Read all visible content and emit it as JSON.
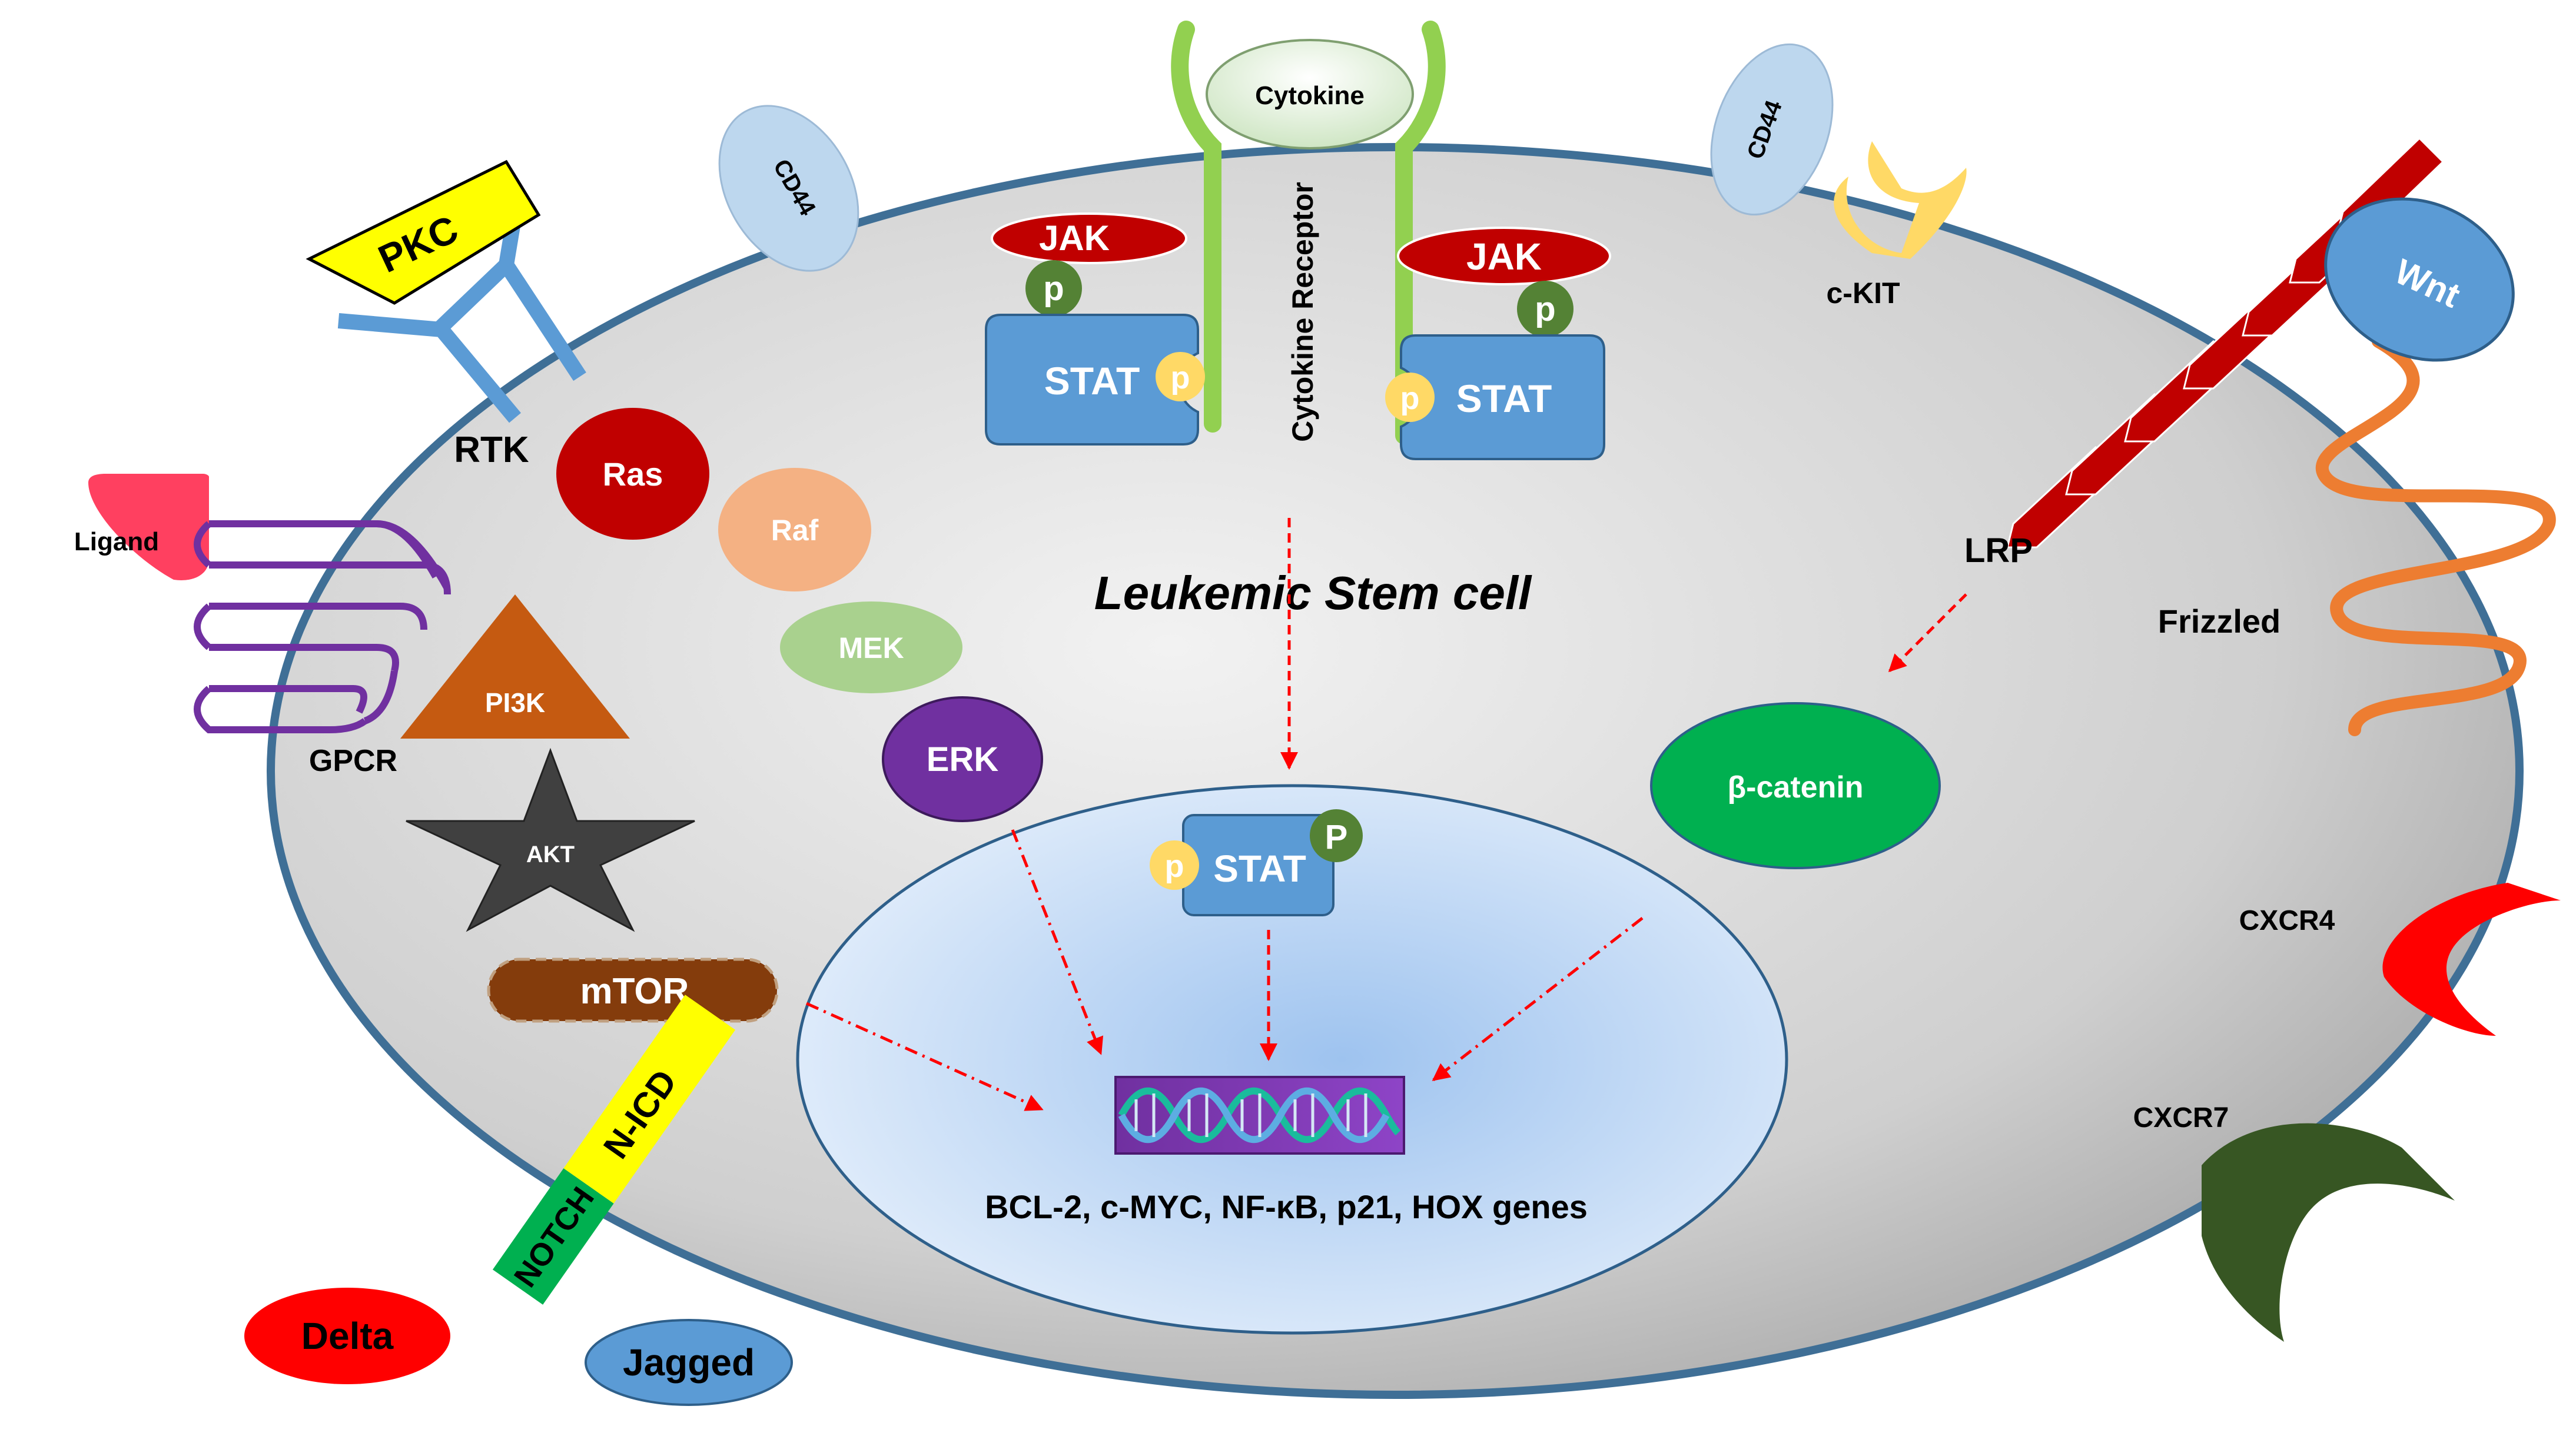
{
  "cell_label": "Leukemic Stem cell",
  "cytokine": "Cytokine",
  "cytokine_receptor": "Cytokine Receptor",
  "jak_left": "JAK",
  "jak_right": "JAK",
  "stat_left": "STAT",
  "stat_right": "STAT",
  "stat_nucleus": "STAT",
  "phospho_lower": "p",
  "phospho_upper": "P",
  "cd44": "CD44",
  "ckit": "c-KIT",
  "wnt": "Wnt",
  "lrp": "LRP",
  "frizzled": "Frizzled",
  "beta_catenin": "β-catenin",
  "cxcr4": "CXCR4",
  "cxcr7": "CXCR7",
  "pkc": "PKC",
  "rtk": "RTK",
  "ras": "Ras",
  "raf": "Raf",
  "mek": "MEK",
  "erk": "ERK",
  "ligand": "Ligand",
  "gpcr": "GPCR",
  "pi3k": "PI3K",
  "akt": "AKT",
  "mtor": "mTOR",
  "nicd": "N-ICD",
  "notch": "NOTCH",
  "delta": "Delta",
  "jagged": "Jagged",
  "target_genes": "BCL-2, c-MYC, NF-κB, p21, HOX genes",
  "colors": {
    "membrane": "#3f6f96",
    "cytoplasm": "#d6d6d6",
    "nucleus": "#c4daf4",
    "stat": "#5b9bd5",
    "jak": "#c00000",
    "phospho_green": "#548235",
    "phospho_yellow": "#ffd966",
    "receptor_green": "#92d050",
    "arrow": "#ff0000",
    "ras": "#c00000",
    "raf": "#f4b183",
    "mek": "#a9d18e",
    "erk": "#7030a0",
    "pi3k": "#c55a11",
    "akt": "#404040",
    "mtor": "#843c0c",
    "beta_catenin": "#00b050",
    "wnt": "#5b9bd5",
    "frizzled": "#ed7d31",
    "lrp": "#c00000",
    "cxcr4": "#ff0000",
    "cxcr7": "#375623",
    "ckit": "#ffd966",
    "cd44": "#bdd7ee",
    "pkc": "#ffff00",
    "ligand": "#ff4060",
    "gpcr": "#7030a0",
    "notch": "#00b050",
    "nicd": "#ffff00",
    "delta": "#ff0000",
    "jagged": "#5b9bd5"
  }
}
